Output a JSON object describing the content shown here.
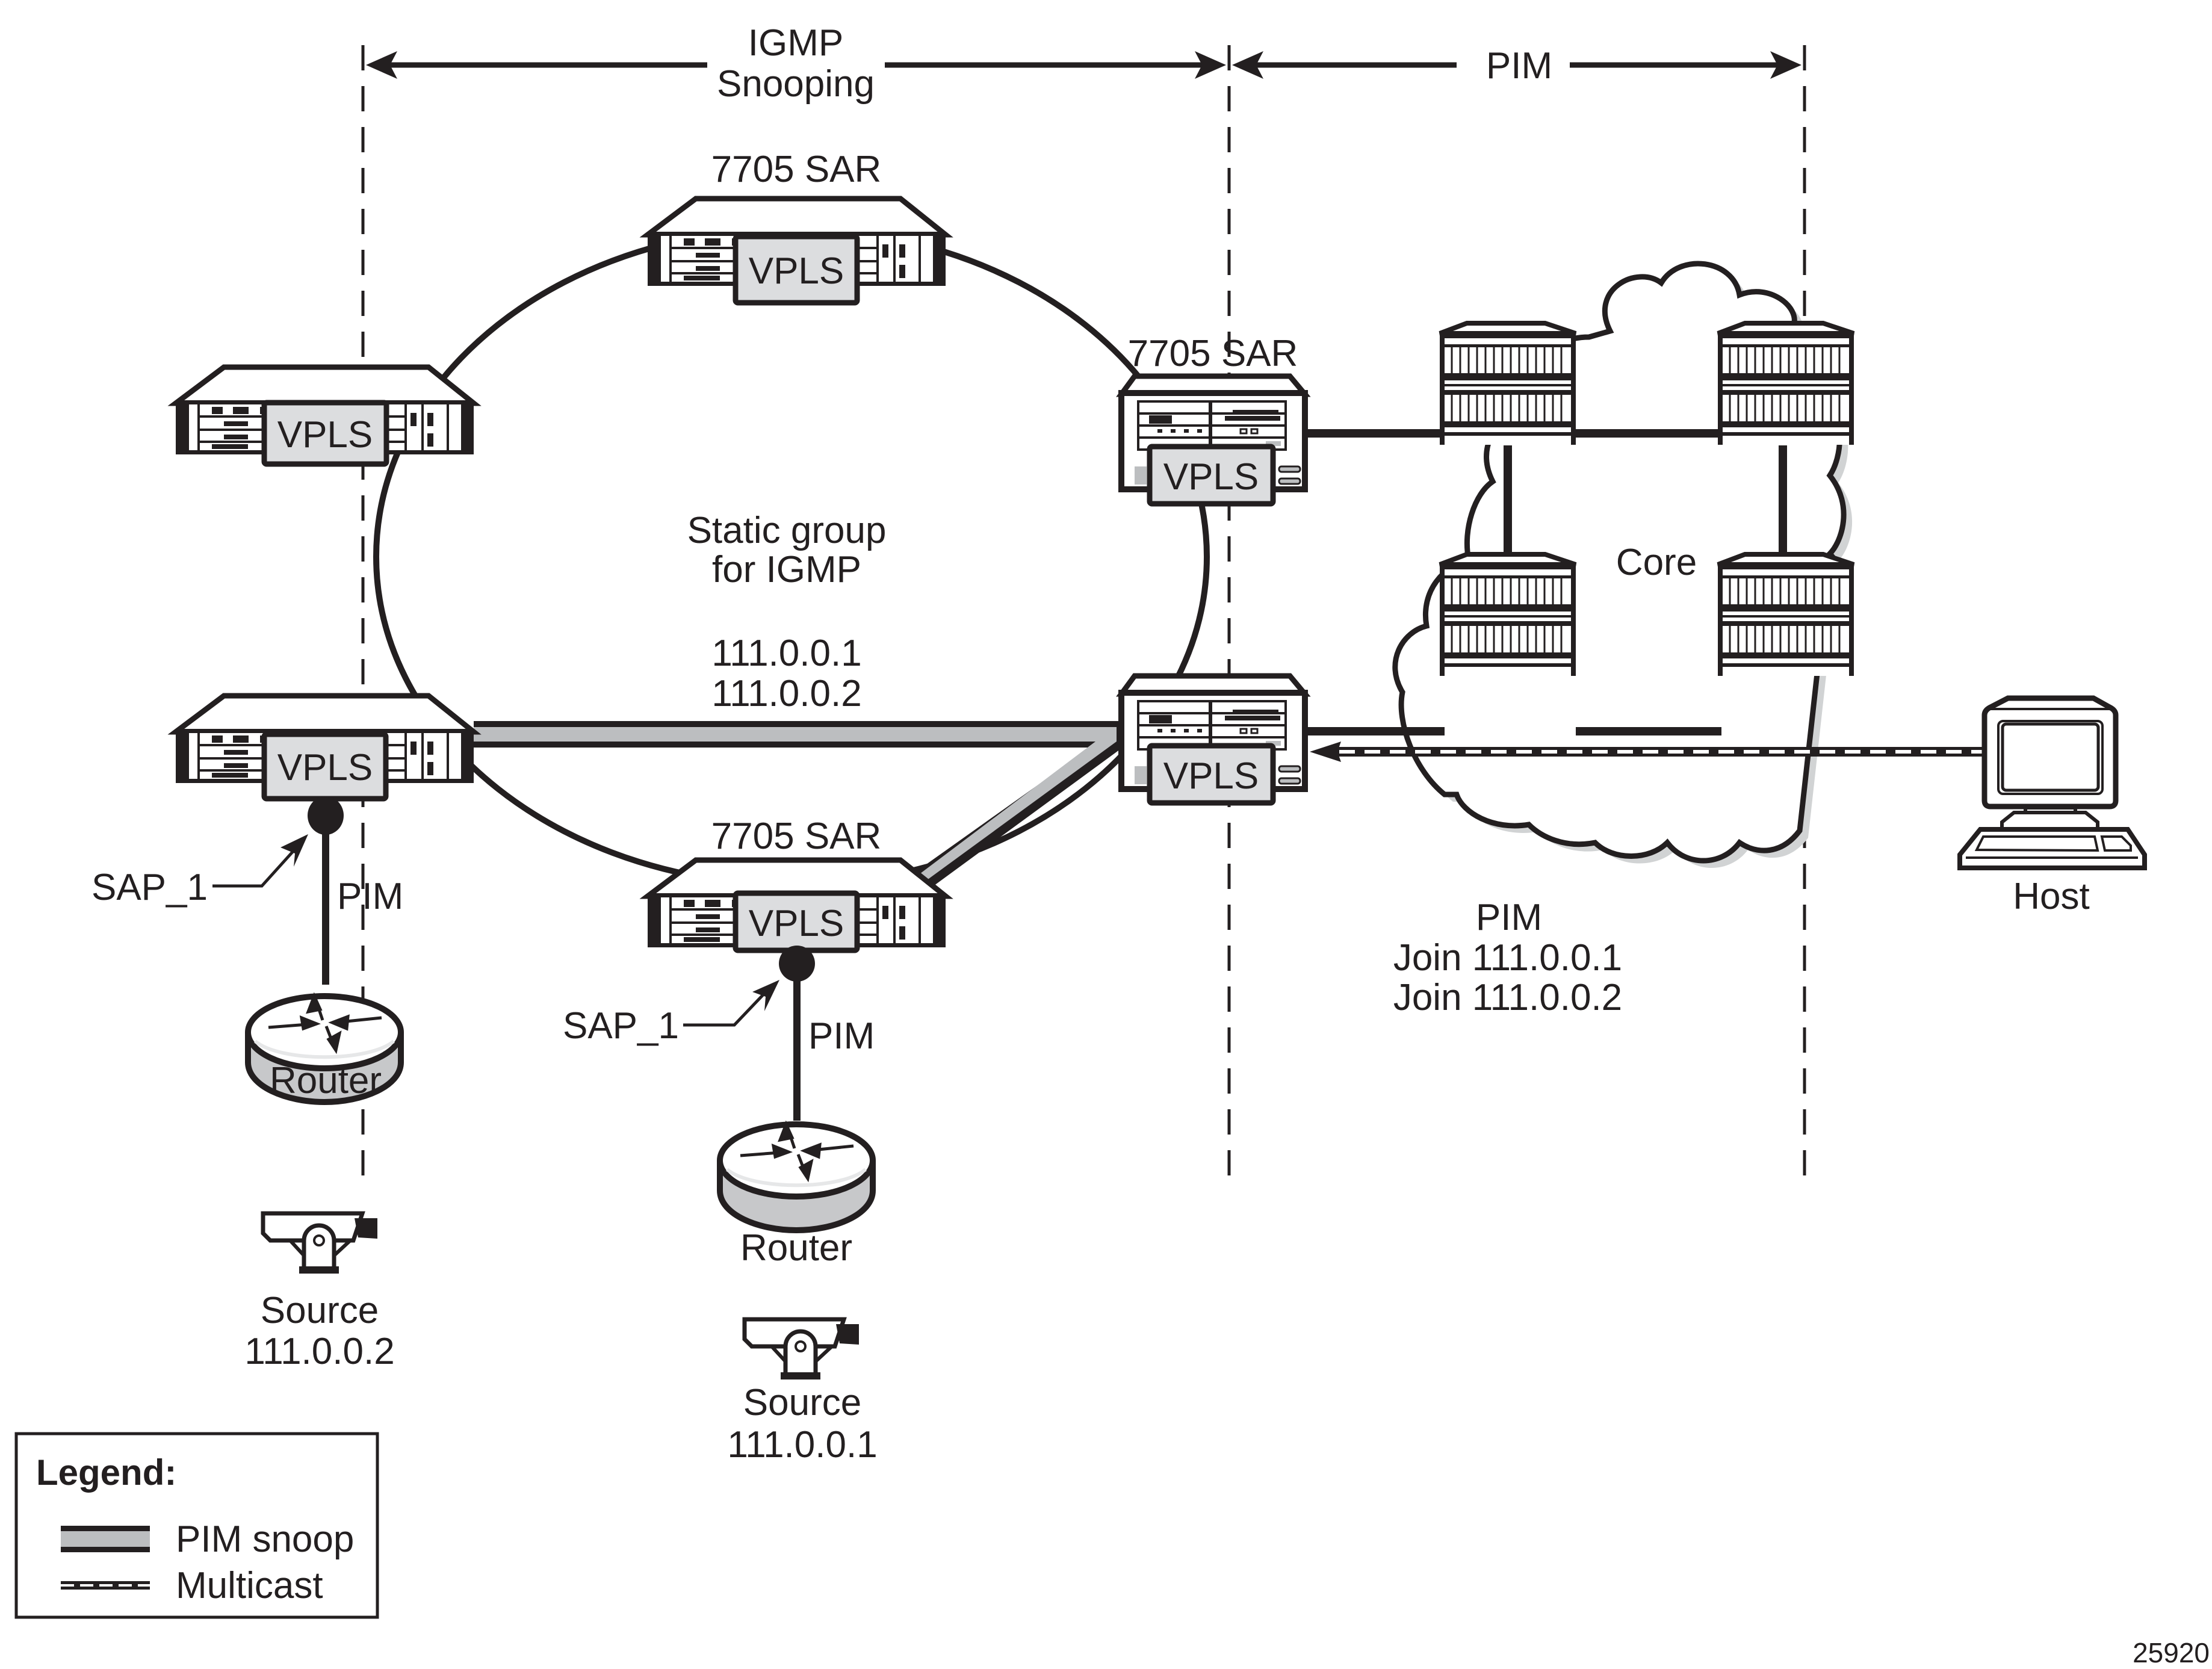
{
  "diagram": {
    "regions": [
      {
        "id": "igmp",
        "label_lines": [
          "IGMP",
          "Snooping"
        ]
      },
      {
        "id": "pim",
        "label_lines": [
          "PIM"
        ]
      }
    ],
    "ring": {
      "label_lines": [
        "Static group",
        "for IGMP"
      ],
      "groups": [
        "111.0.0.1",
        "111.0.0.2"
      ]
    },
    "devices": {
      "sar_top": {
        "label": "7705 SAR",
        "service": "VPLS"
      },
      "sar_left_upper": {
        "service": "VPLS"
      },
      "sar_left_lower": {
        "service": "VPLS"
      },
      "sar_bottom": {
        "label": "7705 SAR",
        "service": "VPLS"
      },
      "sar_right_upper": {
        "label": "7705 SAR",
        "service": "VPLS"
      },
      "sar_right_lower": {
        "service": "VPLS"
      }
    },
    "left_access": {
      "sap_label": "SAP_1",
      "protocol": "PIM",
      "router_label": "Router",
      "source_lines": [
        "Source",
        "111.0.0.2"
      ]
    },
    "bottom_access": {
      "sap_label": "SAP_1",
      "protocol": "PIM",
      "router_label": "Router",
      "source_lines": [
        "Source",
        "111.0.0.1"
      ]
    },
    "core": {
      "label": "Core"
    },
    "host": {
      "label": "Host"
    },
    "pim_joins": {
      "lines": [
        "PIM",
        "Join 111.0.0.1",
        "Join 111.0.0.2"
      ]
    },
    "legend": {
      "title": "Legend:",
      "items": [
        {
          "style": "pim-snoop",
          "label": "PIM snoop"
        },
        {
          "style": "multicast",
          "label": "Multicast"
        }
      ]
    },
    "figure_id": "25920",
    "colors": {
      "ink": "#231f20",
      "snoop_fill": "#bcbec0",
      "vpls_fill": "#dcdddf",
      "router_fill": "#c7c8ca",
      "shadow": "#d1d3d4"
    }
  }
}
